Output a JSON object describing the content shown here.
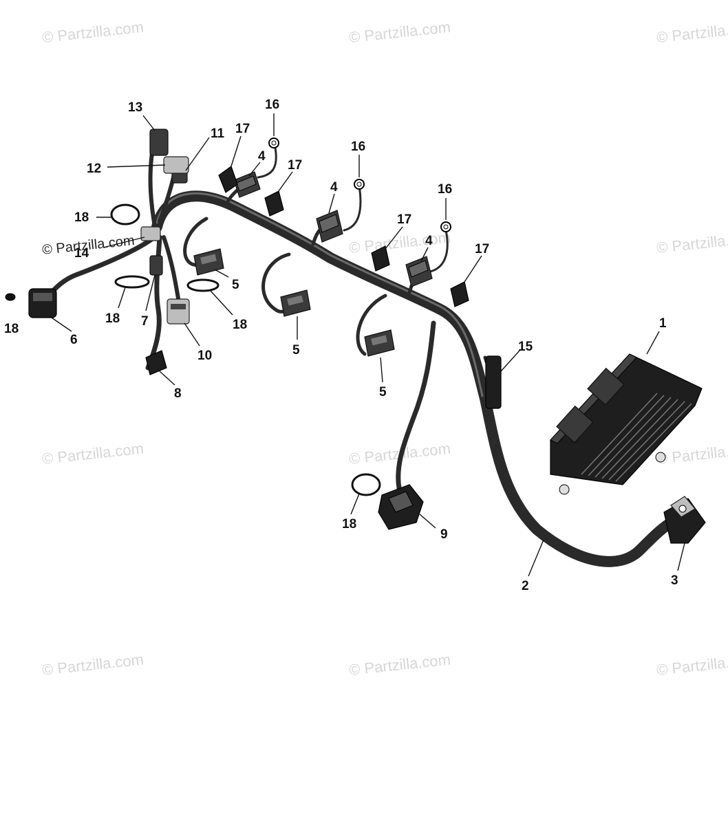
{
  "watermark": {
    "text": "© Partzilla.com"
  },
  "callouts": {
    "c1": "1",
    "c2": "2",
    "c3": "3",
    "c4a": "4",
    "c4b": "4",
    "c4c": "4",
    "c5a": "5",
    "c5b": "5",
    "c5c": "5",
    "c6": "6",
    "c7": "7",
    "c8": "8",
    "c9": "9",
    "c10": "10",
    "c11": "11",
    "c12": "12",
    "c13": "13",
    "c14": "14",
    "c15": "15",
    "c16a": "16",
    "c16b": "16",
    "c16c": "16",
    "c17a": "17",
    "c17b": "17",
    "c17c": "17",
    "c17d": "17",
    "c18a": "18",
    "c18b": "18",
    "c18c": "18",
    "c18d": "18",
    "c18e": "18"
  },
  "colors": {
    "harness": "#2a2a2a",
    "ink": "#111111",
    "watermark": "#d6d6d6"
  }
}
